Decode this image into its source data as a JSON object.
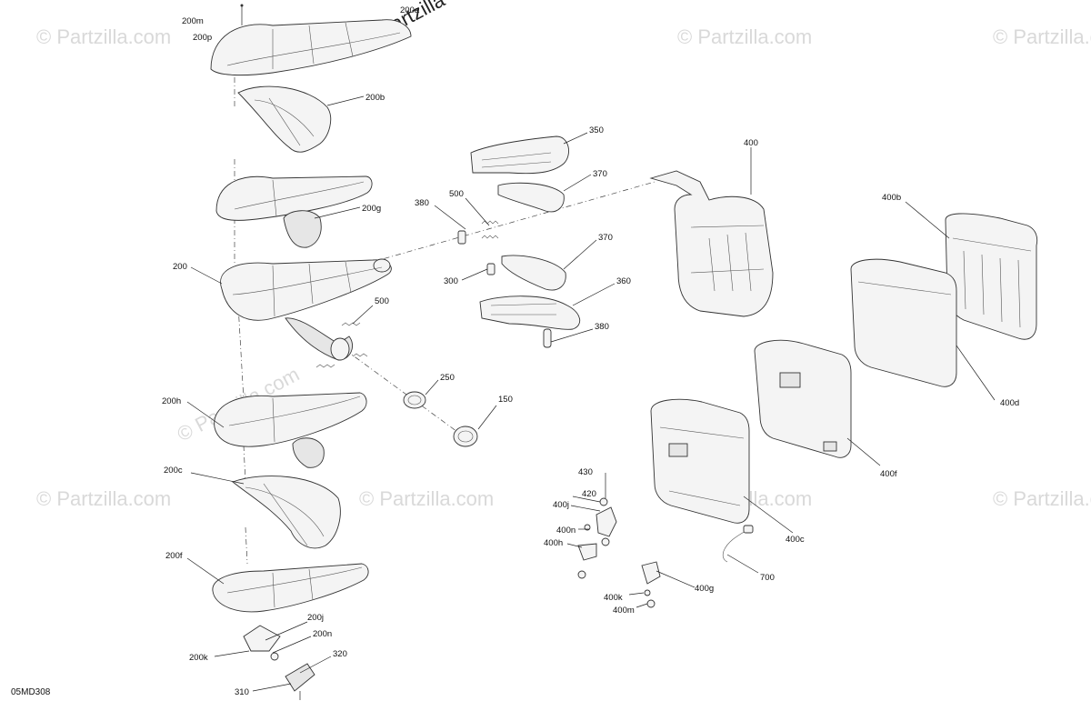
{
  "diagram_id": "05MD308",
  "watermark": {
    "brand_text": "© Partzilla.com",
    "copyright_text": "© Partzilla"
  },
  "labels": {
    "l200m": "200m",
    "l200p": "200p",
    "l200a": "200a",
    "l200b": "200b",
    "l200g": "200g",
    "l200": "200",
    "l500a": "500",
    "l200h": "200h",
    "l200c": "200c",
    "l200f": "200f",
    "l200j": "200j",
    "l200n": "200n",
    "l200k": "200k",
    "l320": "320",
    "l310": "310",
    "l250": "250",
    "l150": "150",
    "l350": "350",
    "l370a": "370",
    "l380a": "380",
    "l500b": "500",
    "l370b": "370",
    "l300": "300",
    "l360": "360",
    "l380b": "380",
    "l400": "400",
    "l400b": "400b",
    "l400d": "400d",
    "l400f": "400f",
    "l400c": "400c",
    "l430": "430",
    "l420": "420",
    "l400j": "400j",
    "l400n": "400n",
    "l400h": "400h",
    "l400g": "400g",
    "l400k": "400k",
    "l400m": "400m",
    "l700": "700"
  }
}
